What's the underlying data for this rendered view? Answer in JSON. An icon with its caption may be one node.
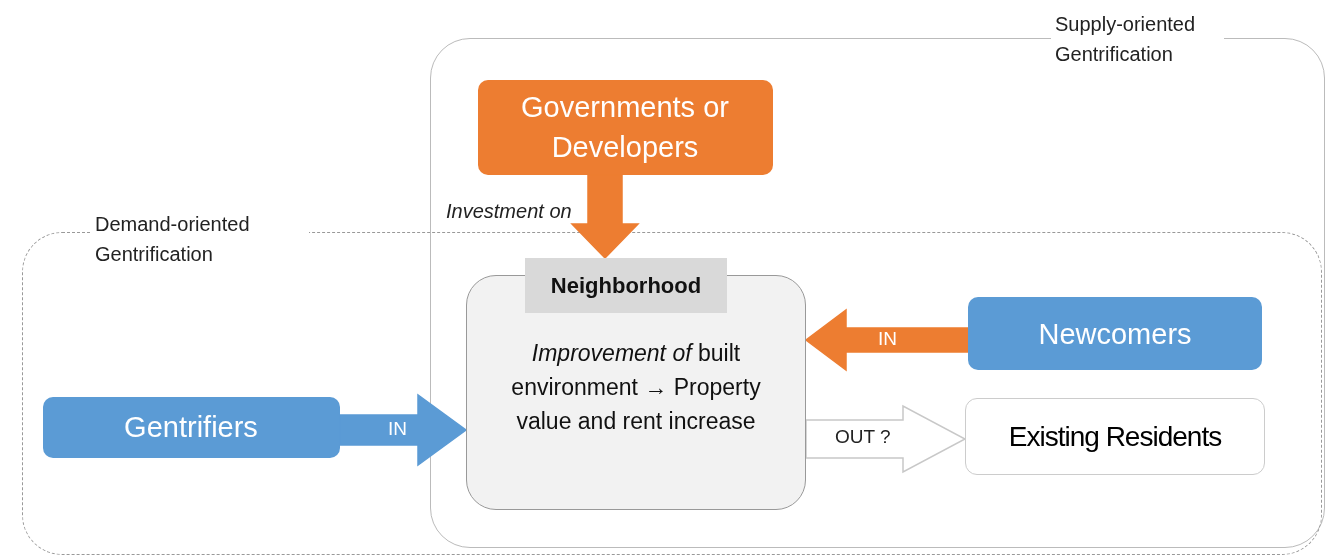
{
  "diagram": {
    "nodes": [
      {
        "text": [
          "Supply-oriented Gentrification"
        ]
      },
      {
        "text": [
          "Demand-oriented Gentrification"
        ]
      },
      {
        "text": [
          "Governments or Developers"
        ],
        "in": 0
      },
      {
        "text": [
          "Neighborhood",
          "*Improvement of* built environment → Property value and rent increase"
        ]
      },
      {
        "text": [
          "Newcomers"
        ]
      },
      {
        "text": [
          "Existing Residents"
        ]
      },
      {
        "text": [
          "Gentrifiers"
        ],
        "in": 1
      }
    ],
    "edges": [
      {
        "from": 2,
        "to": 3,
        "arrow": "to",
        "label": "Investment on",
        "style": "thick",
        "color": "#ed7d31"
      },
      {
        "from": 4,
        "to": 3,
        "arrow": "to",
        "label": "IN",
        "style": "thick",
        "color": "#ed7d31"
      },
      {
        "from": 6,
        "to": 3,
        "arrow": "to",
        "label": "IN",
        "style": "thick",
        "color": "#5b9bd5"
      },
      {
        "from": 3,
        "to": 5,
        "arrow": "to",
        "label": "OUT ?",
        "style": "thick",
        "color": "#ffffff"
      }
    ]
  }
}
